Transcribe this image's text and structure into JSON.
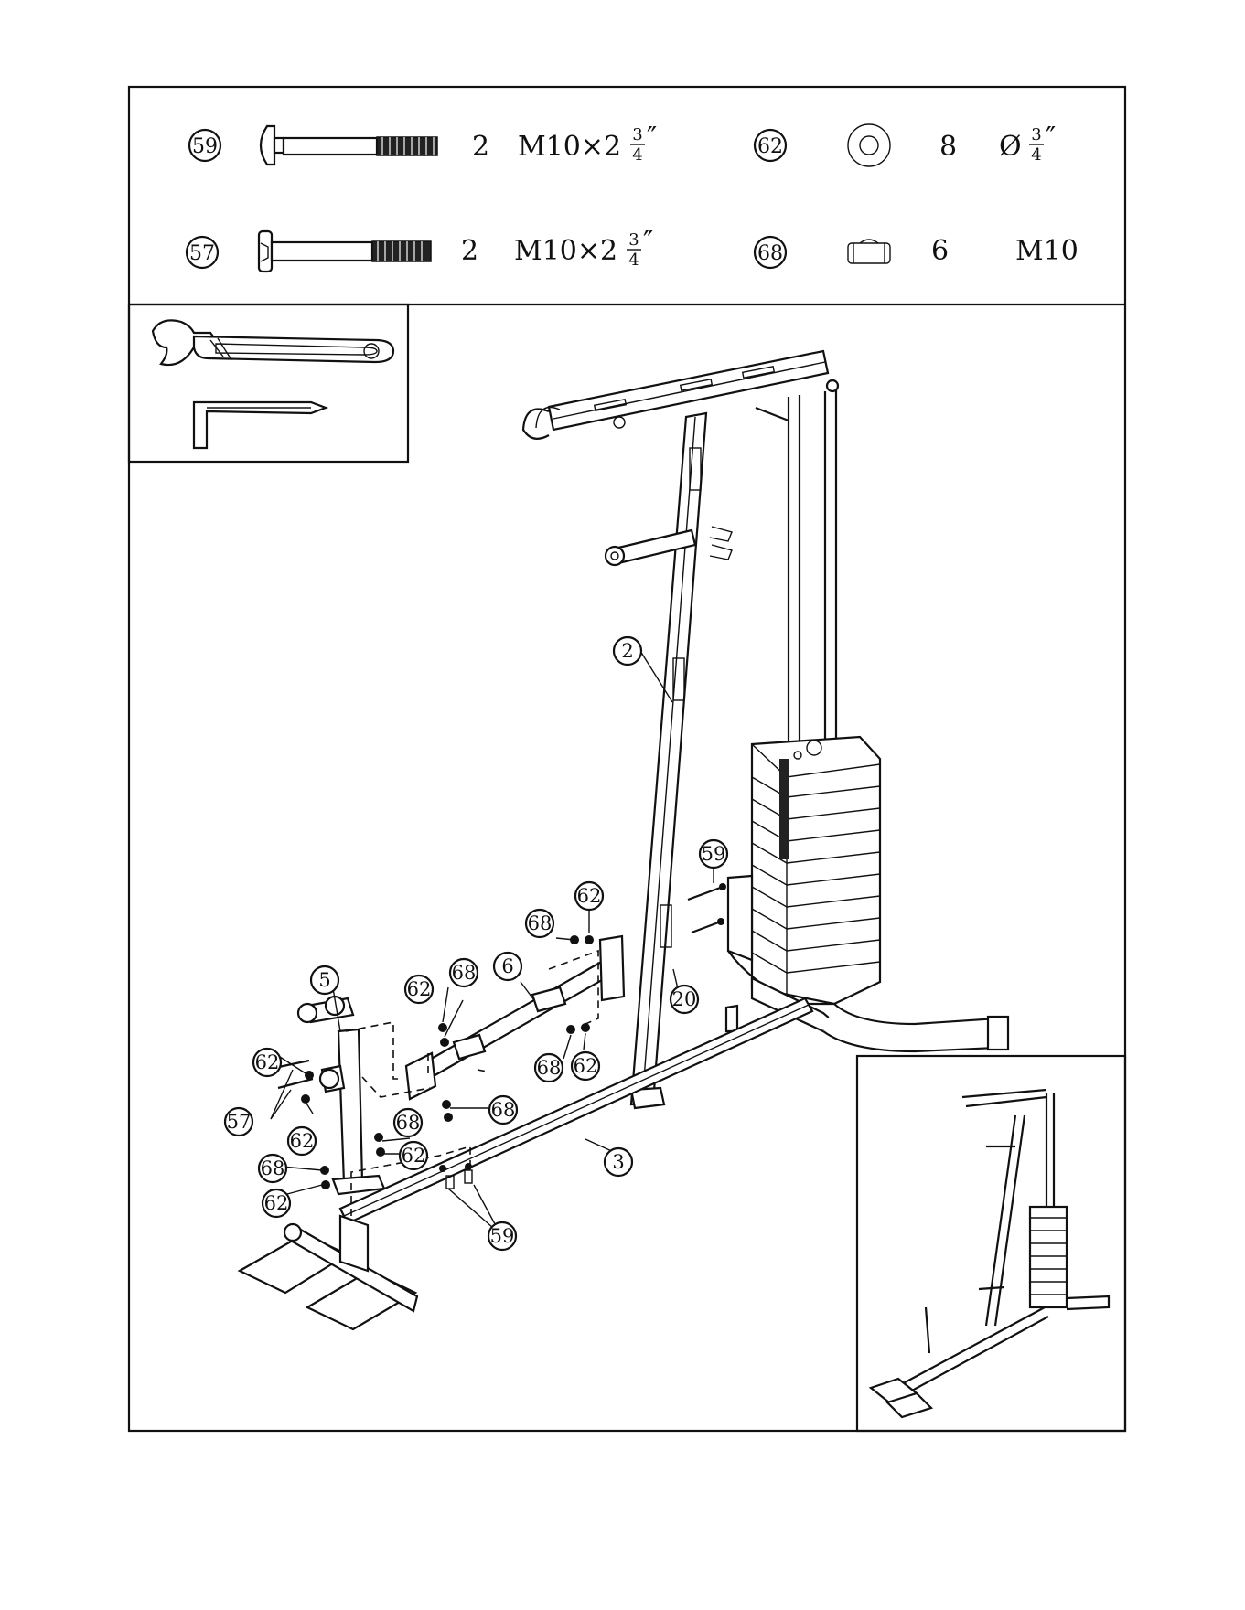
{
  "hardware": [
    {
      "part": "59",
      "icon": "carriage-bolt-icon",
      "qty": "2",
      "size_main": "M10×2",
      "size_num": "3",
      "size_den": "4",
      "size_unit": "″"
    },
    {
      "part": "62",
      "icon": "washer-icon",
      "qty": "8",
      "size_main": "Ø",
      "size_num": "3",
      "size_den": "4",
      "size_unit": "″"
    },
    {
      "part": "57",
      "icon": "hex-bolt-icon",
      "qty": "2",
      "size_main": "M10×2",
      "size_num": "3",
      "size_den": "4",
      "size_unit": "″"
    },
    {
      "part": "68",
      "icon": "nylon-nut-icon",
      "qty": "6",
      "size_main": "M10",
      "size_num": "",
      "size_den": "",
      "size_unit": ""
    }
  ],
  "tools": [
    {
      "icon": "adjustable-wrench-icon"
    },
    {
      "icon": "allen-key-icon"
    }
  ],
  "callouts": {
    "c2": "2",
    "c3": "3",
    "c5": "5",
    "c6": "6",
    "c20": "20",
    "c59a": "59",
    "c59b": "59",
    "c57": "57",
    "c62a": "62",
    "c62b": "62",
    "c62c": "62",
    "c62d": "62",
    "c62e": "62",
    "c62f": "62",
    "c68a": "68",
    "c68b": "68",
    "c68c": "68",
    "c68d": "68",
    "c68e": "68",
    "c68f": "68"
  }
}
